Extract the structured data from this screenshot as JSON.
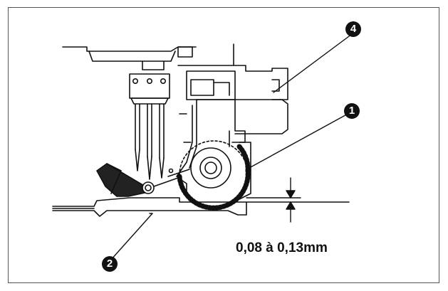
{
  "callouts": {
    "c1": "1",
    "c2": "2",
    "c4": "4"
  },
  "measurement": {
    "label": "0,08 à 0,13mm"
  },
  "colors": {
    "line": "#111111",
    "frame": "#555555",
    "callout_fill": "#111111"
  }
}
